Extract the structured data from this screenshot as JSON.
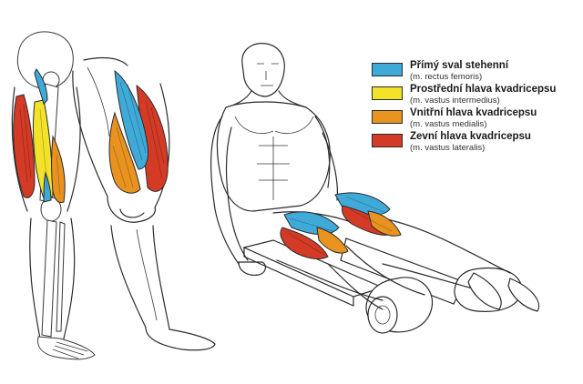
{
  "legend": [
    {
      "label": "Přímý sval stehenní",
      "sublabel": "(m. rectus femoris)",
      "color": "#3fa9d8"
    },
    {
      "label": "Prostřední hlava kvadricepsu",
      "sublabel": "(m. vastus intermedius)",
      "color": "#f2e22a"
    },
    {
      "label": "Vnitřní hlava kvadricepsu",
      "sublabel": "(m. vastus medialis)",
      "color": "#e8931f"
    },
    {
      "label": "Zevní hlava kvadricepsu",
      "sublabel": "(m. vastus lateralis)",
      "color": "#d43b26"
    }
  ],
  "figures": {
    "skeleton_leg": "skeleton-leg-view",
    "front_leg": "front-thigh-view",
    "seated_exercise": "seated-leg-extension-figure"
  }
}
